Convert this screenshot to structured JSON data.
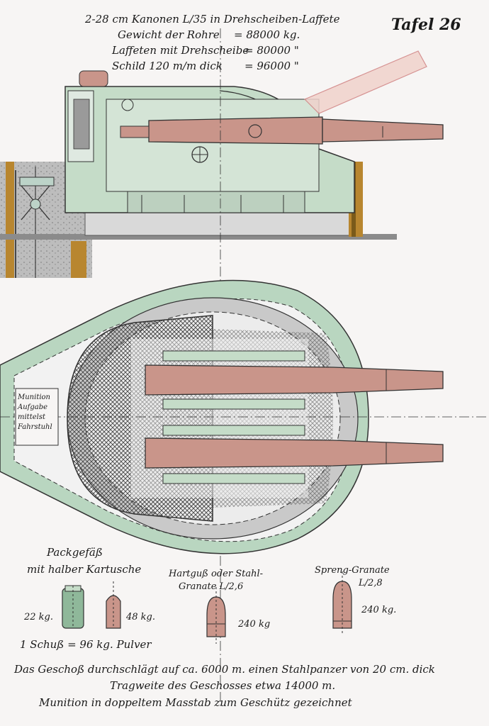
{
  "header": {
    "line1": "2-28 cm Kanonen L/35 in Drehscheiben-Laffete",
    "weights": [
      {
        "label": "Gewicht der Rohre",
        "value": "= 88000 kg."
      },
      {
        "label": "Laffeten mit Drehscheibe",
        "value": "= 80000 \""
      },
      {
        "label": "Schild 120 m/m dick",
        "value": "= 96000 \""
      }
    ]
  },
  "plate_no": "Tafel 26",
  "side_box": {
    "lines": [
      "Munition",
      "Aufgabe",
      "mittelst",
      "Fahrstuhl"
    ]
  },
  "ammo": {
    "pack_title": [
      "Packgefäß",
      "mit halber Kartusche"
    ],
    "pack_weight_left": "22 kg.",
    "pack_weight_right": "48 kg.",
    "shot_powder": "1 Schuß = 96 kg. Pulver",
    "hardshell_title": [
      "Hartguß oder Stahl-",
      "Granate L/2,6"
    ],
    "hardshell_weight": "240 kg",
    "explosive_title": [
      "Spreng-Granate",
      "L/2,8"
    ],
    "explosive_weight": "240 kg."
  },
  "captions": [
    "Das Geschoß durchschlägt auf ca. 6000 m. einen Stahlpanzer von 20 cm. dick",
    "Tragweite des Geschosses etwa 14000 m.",
    "Munition in doppeltem Masstab zum Geschütz gezeichnet"
  ],
  "colors": {
    "barrel": "#c9958a",
    "mount": "#c5dcc8",
    "shield_ring": "#b9d6c0",
    "floor": "#7a7a7a",
    "wood": "#b8862f"
  }
}
